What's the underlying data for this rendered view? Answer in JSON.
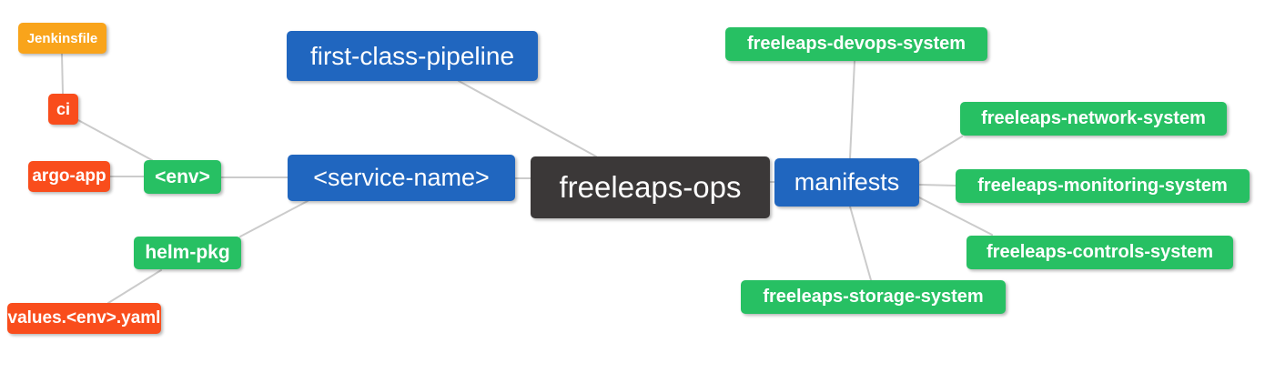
{
  "diagram": {
    "type": "mindmap",
    "root": "freeleaps-ops",
    "colors": {
      "background": "#FFFFFF",
      "text": "#FFFFFF",
      "edge": "#CBCBCB",
      "root_dark": "#3B3838",
      "blue": "#2066BF",
      "green": "#27C063",
      "orange": "#F9A41B",
      "red": "#F94D1C"
    },
    "nodes": [
      {
        "id": "jenkinsfile",
        "label": "Jenkinsfile",
        "role": "leaf-orange"
      },
      {
        "id": "ci",
        "label": "ci",
        "role": "leaf-red"
      },
      {
        "id": "argo-app",
        "label": "argo-app",
        "role": "leaf-red"
      },
      {
        "id": "env",
        "label": "<env>",
        "role": "branch-green"
      },
      {
        "id": "helm-pkg",
        "label": "helm-pkg",
        "role": "branch-green"
      },
      {
        "id": "values-env-yaml",
        "label": "values.<env>.yaml",
        "role": "leaf-red"
      },
      {
        "id": "first-class-pipeline",
        "label": "first-class-pipeline",
        "role": "branch-blue"
      },
      {
        "id": "service-name",
        "label": "<service-name>",
        "role": "branch-blue"
      },
      {
        "id": "freeleaps-ops",
        "label": "freeleaps-ops",
        "role": "root"
      },
      {
        "id": "manifests",
        "label": "manifests",
        "role": "branch-blue"
      },
      {
        "id": "freeleaps-devops-system",
        "label": "freeleaps-devops-system",
        "role": "leaf-green"
      },
      {
        "id": "freeleaps-network-system",
        "label": "freeleaps-network-system",
        "role": "leaf-green"
      },
      {
        "id": "freeleaps-monitoring-system",
        "label": "freeleaps-monitoring-system",
        "role": "leaf-green"
      },
      {
        "id": "freeleaps-controls-system",
        "label": "freeleaps-controls-system",
        "role": "leaf-green"
      },
      {
        "id": "freeleaps-storage-system",
        "label": "freeleaps-storage-system",
        "role": "leaf-green"
      }
    ],
    "edges": [
      {
        "from": "Jenkinsfile",
        "to": "ci"
      },
      {
        "from": "ci",
        "to": "<env>"
      },
      {
        "from": "argo-app",
        "to": "<env>"
      },
      {
        "from": "<env>",
        "to": "<service-name>"
      },
      {
        "from": "helm-pkg",
        "to": "<service-name>"
      },
      {
        "from": "values.<env>.yaml",
        "to": "helm-pkg"
      },
      {
        "from": "first-class-pipeline",
        "to": "freeleaps-ops"
      },
      {
        "from": "<service-name>",
        "to": "freeleaps-ops"
      },
      {
        "from": "freeleaps-ops",
        "to": "manifests"
      },
      {
        "from": "manifests",
        "to": "freeleaps-devops-system"
      },
      {
        "from": "manifests",
        "to": "freeleaps-network-system"
      },
      {
        "from": "manifests",
        "to": "freeleaps-monitoring-system"
      },
      {
        "from": "manifests",
        "to": "freeleaps-controls-system"
      },
      {
        "from": "manifests",
        "to": "freeleaps-storage-system"
      }
    ]
  }
}
